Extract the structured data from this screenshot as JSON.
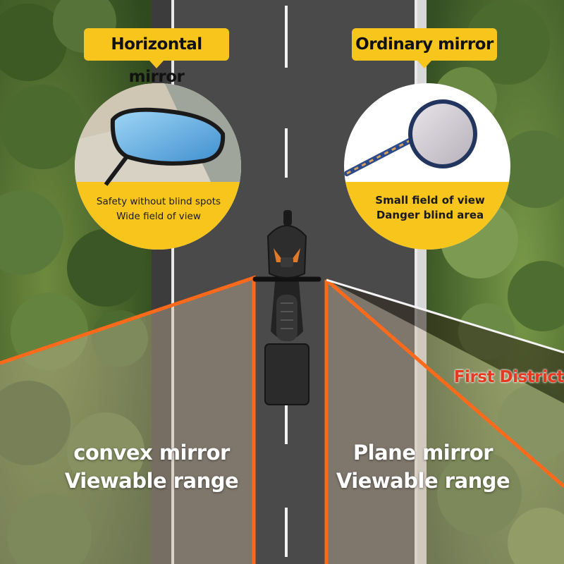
{
  "labels": {
    "horizontal_mirror": "Horizontal mirror",
    "ordinary_mirror": "Ordinary mirror"
  },
  "captions": {
    "left_line1": "Safety without blind spots",
    "left_line2": "Wide field of view",
    "right_line1": "Small field of view",
    "right_line2": "Danger blind area"
  },
  "ranges": {
    "convex_line1": "convex mirror",
    "convex_line2": "Viewable range",
    "plane_line1": "Plane mirror",
    "plane_line2": "Viewable range"
  },
  "district": "First District",
  "colors": {
    "label_bg": "#f7c51c",
    "range_edge": "#ff6a1a",
    "district_text": "#e53a22",
    "road": "#4a4a4a",
    "trees": "#4e6e2e"
  }
}
